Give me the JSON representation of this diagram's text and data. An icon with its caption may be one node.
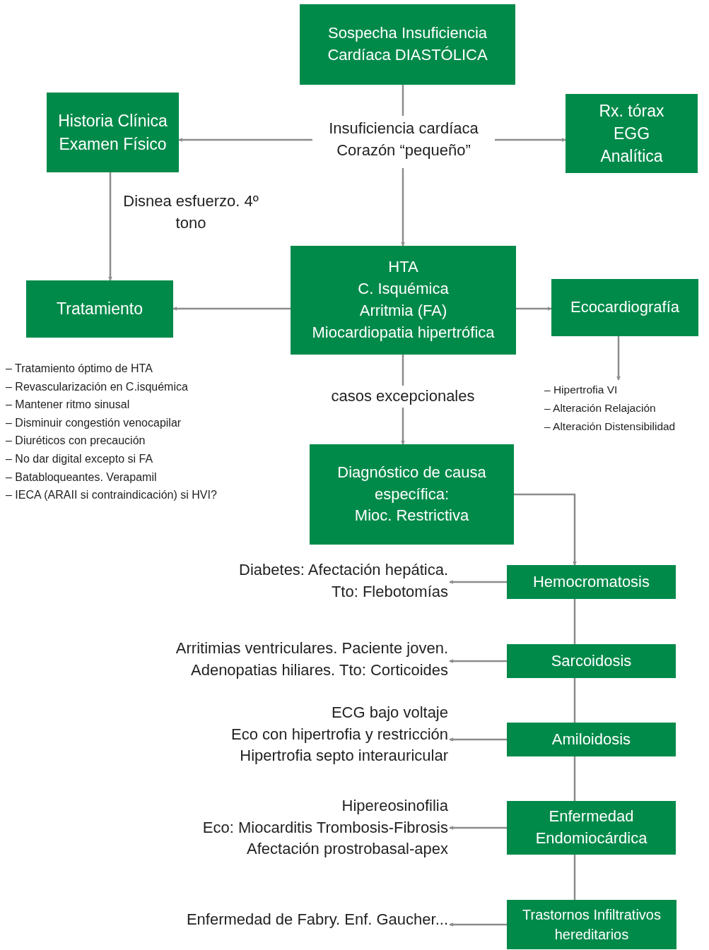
{
  "diagram": {
    "nodes": [
      {
        "text": [
          "Sospecha Insuficiencia Cardíaca DIASTÓLICA"
        ]
      },
      {
        "text": [
          "Historia Clínica",
          "Examen Físico"
        ]
      },
      {
        "text": [
          "Insuficiencia cardíaca",
          "Corazón “pequeño”"
        ]
      },
      {
        "text": [
          "Rx. tórax",
          "EGG",
          "Analítica"
        ]
      },
      {
        "text": [
          "Tratamiento"
        ]
      },
      {
        "text": [
          "HTA",
          "C. Isquémica",
          "Arritmia (FA)",
          "Miocardiopatia hipertrófica"
        ]
      },
      {
        "text": [
          "Ecocardiografía"
        ]
      },
      {
        "text": [
          "– Hipertrofia VI",
          "– Alteración Relajación",
          "– Alteración Distensibilidad"
        ]
      },
      {
        "text": [
          "Diagnóstico de causa específica:",
          "Mioc. Restrictiva"
        ]
      },
      {
        "text": [
          "Hemocromatosis"
        ]
      },
      {
        "text": [
          "Diabetes: Afectación hepática.",
          "Tto: Flebotomías"
        ]
      },
      {
        "text": [
          "Sarcoidosis"
        ]
      },
      {
        "text": [
          "Arritimias ventriculares. Paciente joven.",
          "Adenopatias hiliares. Tto: Corticoides"
        ]
      },
      {
        "text": [
          "Amiloidosis"
        ]
      },
      {
        "text": [
          "ECG bajo voltaje",
          "Eco con hipertrofia y restricción",
          "Hipertrofia septo interauricular"
        ]
      },
      {
        "text": [
          "Enfermedad Endomiocárdica"
        ]
      },
      {
        "text": [
          "Hipereosinofilia",
          "Eco: Miocarditis Trombosis-Fibrosis",
          "Afectación prostrobasal-apex"
        ]
      },
      {
        "text": [
          "Trastornos Infiltrativos hereditarios"
        ]
      },
      {
        "text": [
          "Enfermedad de Fabry. Enf. Gaucher..."
        ]
      }
    ],
    "edges": [
      {
        "from": 0,
        "to": 2,
        "arrow": "none"
      },
      {
        "from": 2,
        "to": 1,
        "arrow": "to"
      },
      {
        "from": 2,
        "to": 3,
        "arrow": "to"
      },
      {
        "from": 2,
        "to": 5,
        "arrow": "to"
      },
      {
        "from": 1,
        "to": 4,
        "arrow": "to",
        "label": "Disnea esfuerzo. 4º tono"
      },
      {
        "from": 5,
        "to": 4,
        "arrow": "to"
      },
      {
        "from": 5,
        "to": 6,
        "arrow": "to"
      },
      {
        "from": 6,
        "to": 7,
        "arrow": "to"
      },
      {
        "from": 5,
        "to": 8,
        "arrow": "to",
        "label": "casos excepcionales"
      },
      {
        "from": 8,
        "to": 9,
        "arrow": "to"
      },
      {
        "from": 9,
        "to": 11,
        "arrow": "none"
      },
      {
        "from": 11,
        "to": 13,
        "arrow": "none"
      },
      {
        "from": 13,
        "to": 15,
        "arrow": "none"
      },
      {
        "from": 15,
        "to": 17,
        "arrow": "none"
      },
      {
        "from": 9,
        "to": 10,
        "arrow": "to"
      },
      {
        "from": 11,
        "to": 12,
        "arrow": "to"
      },
      {
        "from": 13,
        "to": 14,
        "arrow": "to"
      },
      {
        "from": 15,
        "to": 16,
        "arrow": "to"
      },
      {
        "from": 17,
        "to": 18,
        "arrow": "to"
      }
    ],
    "labels": [
      "– Tratamiento óptimo de HTA",
      "– Revascularización en C.isquémica",
      "– Mantener ritmo sinusal",
      "– Disminuir congestión venocapilar",
      "– Diuréticos con precaución",
      "– No dar digital excepto si FA",
      "– Batabloqueantes. Verapamil",
      "– IECA (ARAII si contraindicación) si HVI?"
    ]
  }
}
